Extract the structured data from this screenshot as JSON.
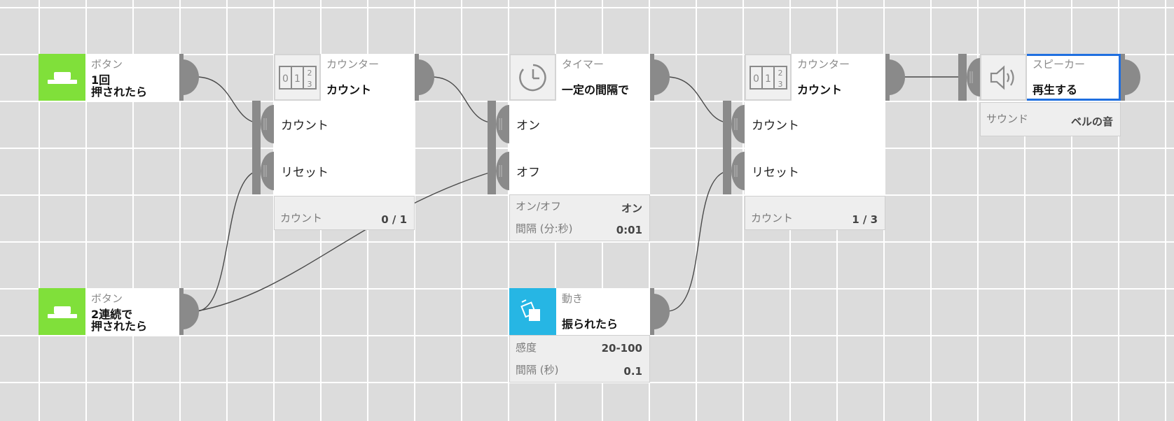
{
  "nodes": {
    "button1": {
      "category": "ボタン",
      "action_line1": "1回",
      "action_line2": "押されたら",
      "icon": "button-icon",
      "color": "#80e03a"
    },
    "button2": {
      "category": "ボタン",
      "action_line1": "2連続で",
      "action_line2": "押されたら",
      "icon": "button-icon",
      "color": "#80e03a"
    },
    "counter1": {
      "category": "カウンター",
      "action": "カウント",
      "icon": "counter-icon",
      "inputs": [
        "カウント",
        "リセット"
      ],
      "props": [
        {
          "label": "カウント",
          "value": "0 / 1"
        }
      ]
    },
    "timer": {
      "category": "タイマー",
      "action": "一定の間隔で",
      "icon": "timer-icon",
      "inputs": [
        "オン",
        "オフ"
      ],
      "props": [
        {
          "label": "オン/オフ",
          "value": "オン"
        },
        {
          "label": "間隔 (分:秒)",
          "value": "0:01"
        }
      ]
    },
    "motion": {
      "category": "動き",
      "action": "振られたら",
      "icon": "shake-icon",
      "color": "#26b6e4",
      "props": [
        {
          "label": "感度",
          "value": "20-100"
        },
        {
          "label": "間隔 (秒)",
          "value": "0.1"
        }
      ]
    },
    "counter2": {
      "category": "カウンター",
      "action": "カウント",
      "icon": "counter-icon",
      "inputs": [
        "カウント",
        "リセット"
      ],
      "props": [
        {
          "label": "カウント",
          "value": "1 / 3"
        }
      ]
    },
    "speaker": {
      "category": "スピーカー",
      "action": "再生する",
      "icon": "speaker-icon",
      "selected": true,
      "props": [
        {
          "label": "サウンド",
          "value": "ベルの音"
        }
      ]
    }
  },
  "connections": [
    {
      "from": "button1",
      "to": "counter1.inputs.0"
    },
    {
      "from": "button2",
      "to": "counter1.inputs.1"
    },
    {
      "from": "button2",
      "to": "timer.inputs.1"
    },
    {
      "from": "counter1",
      "to": "timer.inputs.0"
    },
    {
      "from": "timer",
      "to": "counter2.inputs.0"
    },
    {
      "from": "motion",
      "to": "counter2.inputs.1"
    },
    {
      "from": "counter2",
      "to": "speaker"
    }
  ],
  "colors": {
    "canvas": "#dcdcdc",
    "grid": "#ffffff",
    "port": "#8a8a8a",
    "wire": "#4a4a4a",
    "selection": "#1f6fe0"
  }
}
